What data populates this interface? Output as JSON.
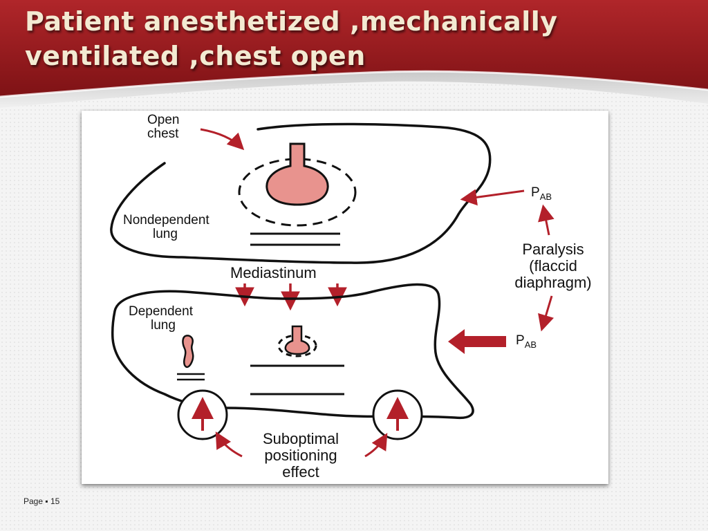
{
  "slide": {
    "title_line1": "Patient anesthetized ,mechanically",
    "title_line2": "ventilated ,chest open",
    "page_label": "Page",
    "page_separator": "▪",
    "page_number": "15"
  },
  "diagram": {
    "open_chest_line1": "Open",
    "open_chest_line2": "chest",
    "nondependent_line1": "Nondependent",
    "nondependent_line2": "lung",
    "mediastinum": "Mediastinum",
    "dependent_line1": "Dependent",
    "dependent_line2": "lung",
    "pab_top_main": "P",
    "pab_top_sub": "AB",
    "pab_bottom_main": "P",
    "pab_bottom_sub": "AB",
    "paralysis_line1": "Paralysis",
    "paralysis_line2": "(flaccid",
    "paralysis_line3": "diaphragm)",
    "suboptimal_line1": "Suboptimal",
    "suboptimal_line2": "positioning",
    "suboptimal_line3": "effect"
  },
  "colors": {
    "header_red": "#9e1b1f",
    "arrow_red": "#b3202a",
    "lung_pink": "#e8938e"
  }
}
